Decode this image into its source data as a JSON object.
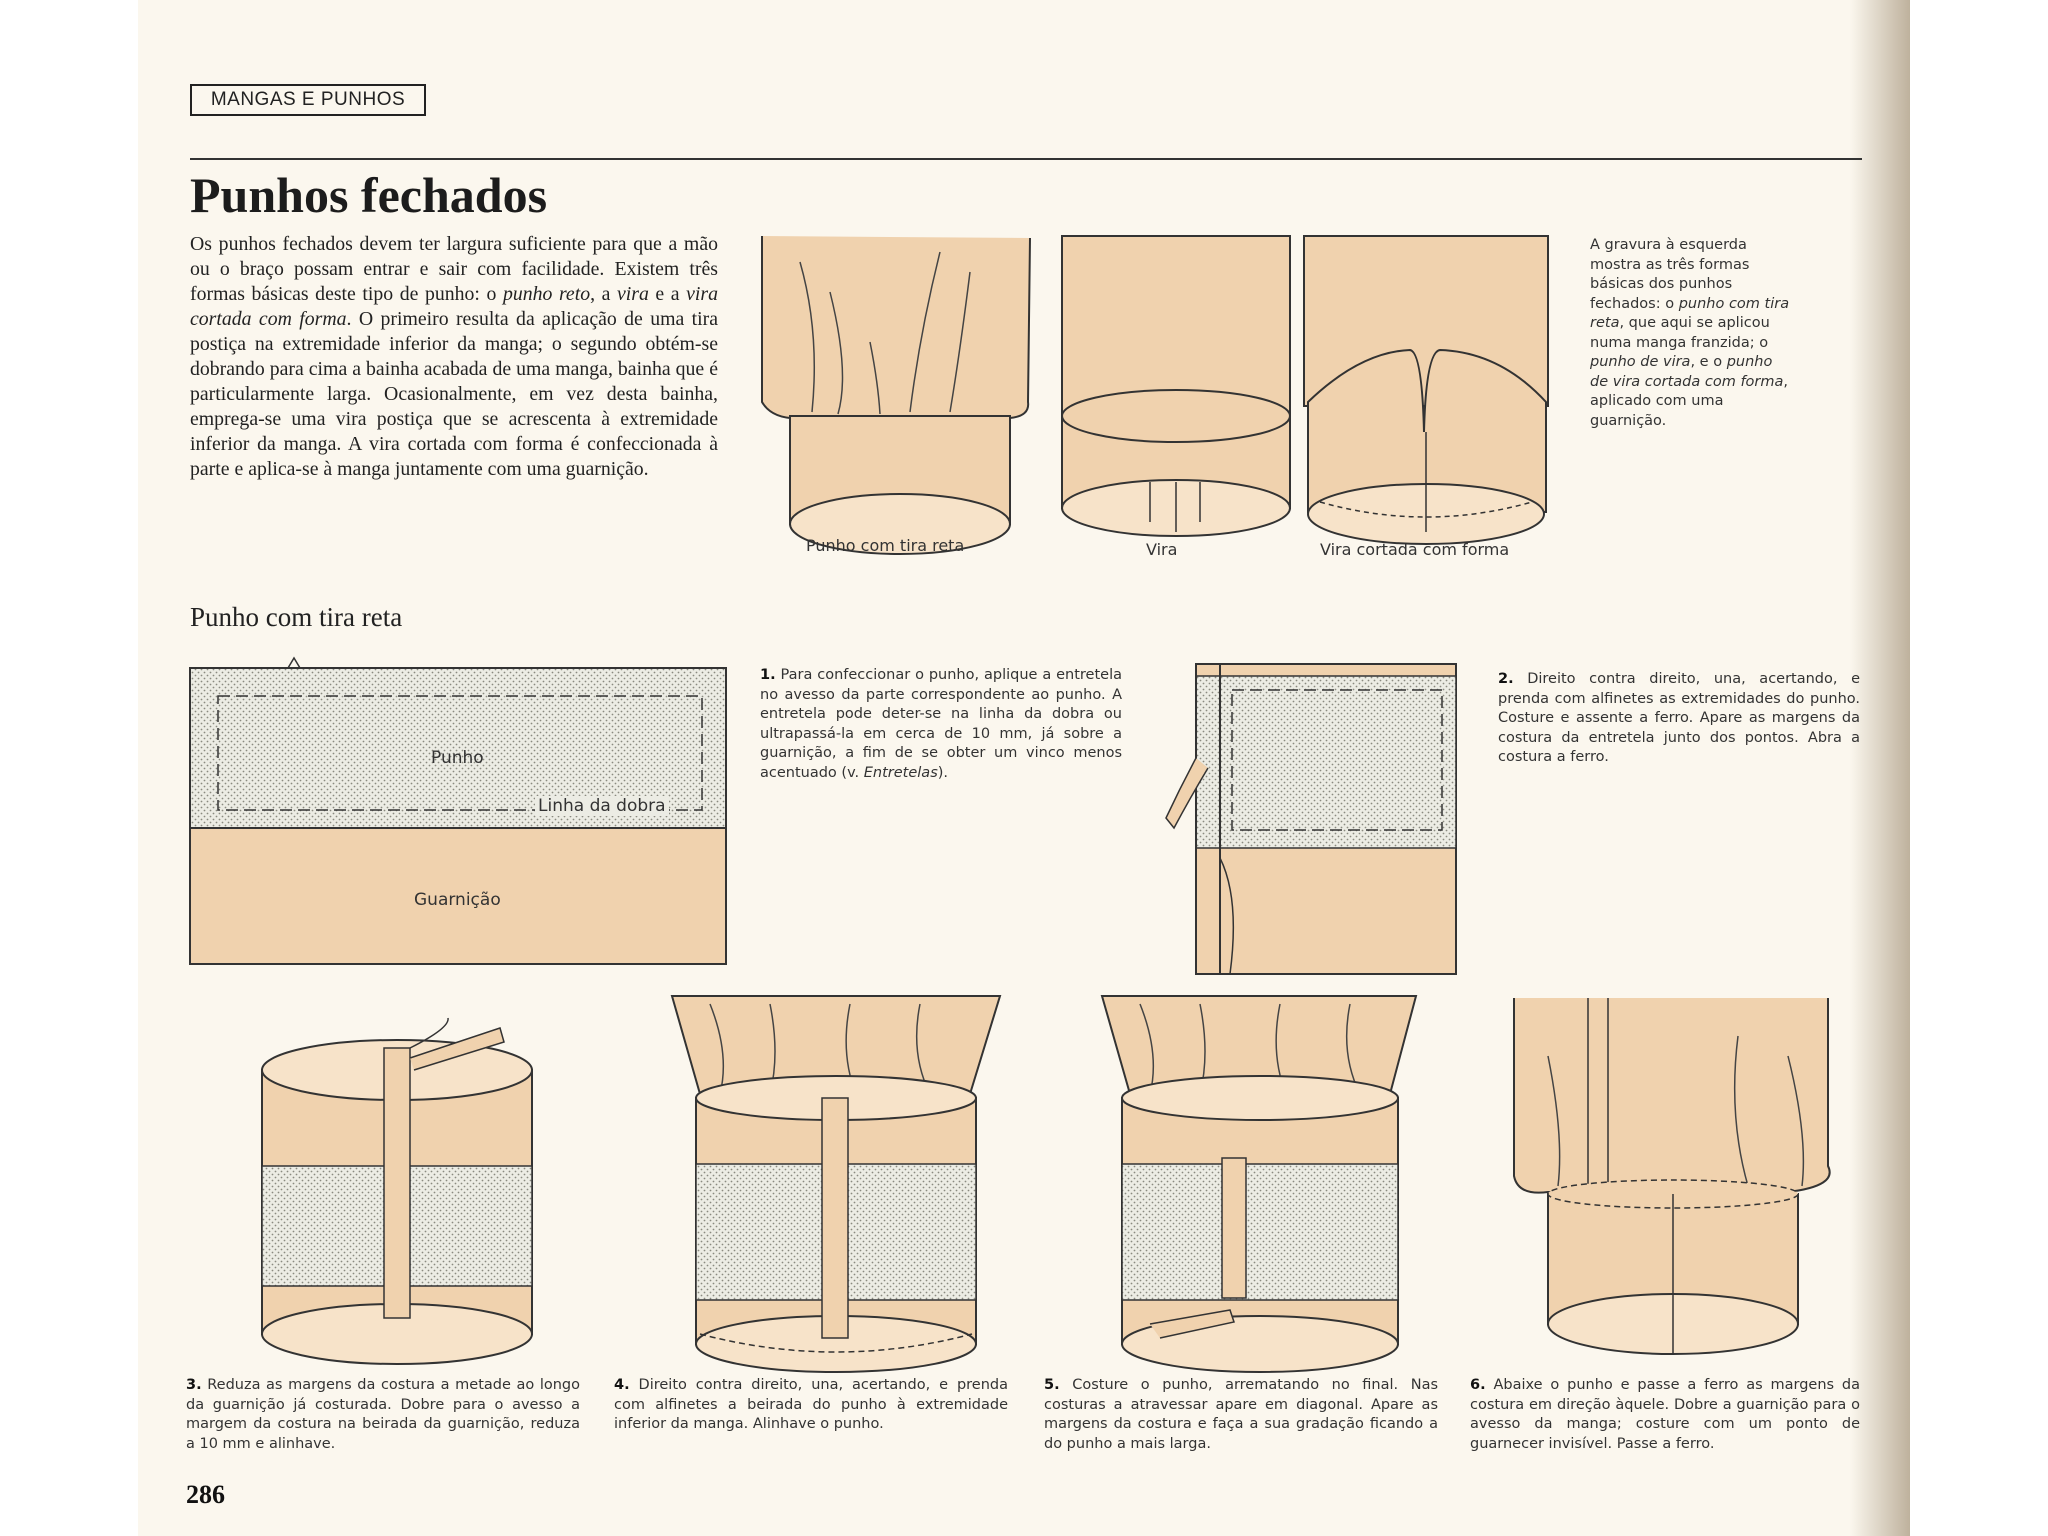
{
  "section_tag": "MANGAS E PUNHOS",
  "title": "Punhos fechados",
  "intro": {
    "p1": "Os punhos fechados devem ter largura suficiente para que a mão ou o braço possam entrar e sair com facilidade. Existem três formas básicas deste tipo de punho: o ",
    "em1": "punho reto",
    "p2": ", a ",
    "em2": "vira",
    "p3": " e a ",
    "em3": "vira cortada com forma",
    "p4": ". O primeiro resulta da aplicação de uma tira postiça na extremidade inferior da manga; o segundo obtém-se dobrando para cima a bainha acabada de uma manga, bainha que é particularmente larga. Ocasionalmente, em vez desta bainha, emprega-se uma vira postiça que se acrescenta à extremidade inferior da manga. A vira cortada com forma é confeccionada à parte e aplica-se à manga juntamente com uma guarnição."
  },
  "top_figures": {
    "captions": [
      "Punho com tira reta",
      "Vira",
      "Vira cortada com forma"
    ]
  },
  "side_note": {
    "t1": "A gravura à esquerda mostra as três formas básicas dos punhos fechados: o ",
    "em1": "punho com tira reta",
    "t2": ", que aqui se aplicou numa manga franzida; o ",
    "em2": "punho de vira",
    "t3": ", e o ",
    "em3": "punho de vira cortada com forma",
    "t4": ", aplicado com uma guarnição."
  },
  "subhead": "Punho com tira reta",
  "diagram1": {
    "label_punho": "Punho",
    "label_dobra": "Linha da dobra",
    "label_guarnicao": "Guarnição"
  },
  "steps": [
    {
      "num": "1.",
      "text": "Para confeccionar o punho, aplique a entretela no avesso da parte correspondente ao punho. A entretela pode deter-se na linha da dobra ou ultrapassá-la em cerca de 10 mm, já sobre a guarnição, a fim de se obter um vinco menos acentuado (v. ",
      "em": "Entretelas",
      "tail": ")."
    },
    {
      "num": "2.",
      "text": "Direito contra direito, una, acertando, e prenda com alfinetes as extremidades do punho. Costure e assente a ferro. Apare as margens da costura da entretela junto dos pontos. Abra a costura a ferro."
    },
    {
      "num": "3.",
      "text": "Reduza as margens da costura a metade ao longo da guarnição já costurada. Dobre para o avesso a margem da costura na beirada da guarnição, reduza a 10 mm e alinhave."
    },
    {
      "num": "4.",
      "text": "Direito contra direito, una, acertando, e prenda com alfinetes a beirada do punho à extremidade inferior da manga. Alinhave o punho."
    },
    {
      "num": "5.",
      "text": "Costure o punho, arrematando no final. Nas costuras a atravessar apare em diagonal. Apare as margens da costura e faça a sua gradação ficando a do punho a mais larga."
    },
    {
      "num": "6.",
      "text": "Abaixe o punho e passe a ferro as margens da costura em direção àquele. Dobre a guarnição para o avesso da manga; costure com um ponto de guarnecer invisível. Passe a ferro."
    }
  ],
  "page_number": "286",
  "colors": {
    "paper": "#fbf7ee",
    "fabric": "#f0d2ae",
    "fabric_light": "#f7e3c9",
    "interfacing": "#e9eae2",
    "ink": "#222222"
  }
}
